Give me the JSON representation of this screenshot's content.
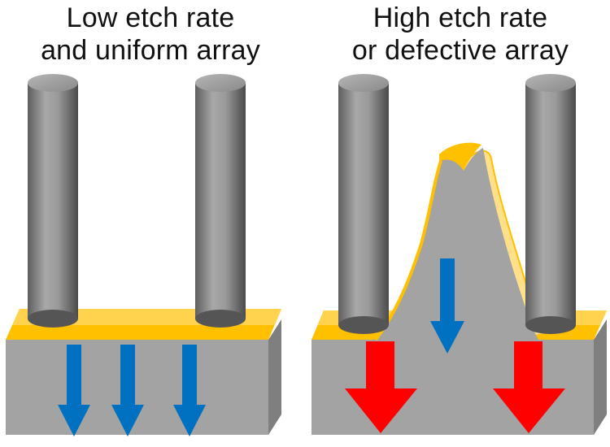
{
  "panels": [
    {
      "title_line1": "Low etch rate",
      "title_line2": "and uniform array"
    },
    {
      "title_line1": "High etch rate",
      "title_line2": "or defective array"
    }
  ],
  "colors": {
    "substrate_front": "#a3a3a3",
    "substrate_side": "#7f7f7f",
    "catalyst_layer": "#ffc000",
    "catalyst_light": "#ffe08a",
    "pillar": "#8c8c8c",
    "arrow_slow": "#0070c0",
    "arrow_fast": "#ff0000"
  },
  "icons": [
    "down-arrow-icon"
  ]
}
